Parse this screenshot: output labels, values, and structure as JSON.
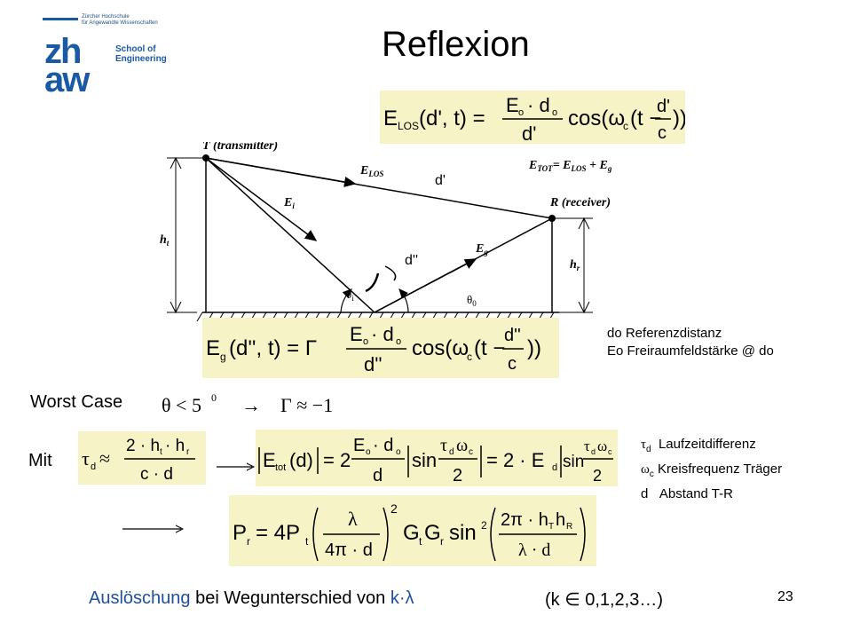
{
  "logo": {
    "institution_line1": "Zürcher Hochschule",
    "institution_line2": "für Angewandte Wissenschaften",
    "mark_zh": "zh",
    "mark_aw": "aw",
    "school_line1": "School of",
    "school_line2": "Engineering"
  },
  "title": "Reflexion",
  "diagram": {
    "transmitter": "T (transmitter)",
    "receiver": "R (receiver)",
    "e_los": "E",
    "e_los_sub": "LOS",
    "e_i": "E",
    "e_i_sub": "i",
    "e_g": "E",
    "e_g_sub": "g",
    "e_tot_eq": "E",
    "e_tot_sub": "TOT",
    "e_tot_rhs": "= E",
    "e_tot_rhs_sub": "LOS",
    "e_tot_plus": " + E",
    "e_tot_plus_sub": "g",
    "d_prime": "d'",
    "d_double": "d''",
    "h_t": "h",
    "h_t_sub": "t",
    "h_r": "h",
    "h_r_sub": "r",
    "theta_i": "θ",
    "theta_i_sub": "i",
    "theta_0": "θ",
    "theta_0_sub": "0"
  },
  "notes": {
    "do_line": "do Referenzdistanz",
    "eo_line": "Eo Freiraumfeldstärke @ do",
    "tau_sym": "τ",
    "tau_sub": "d",
    "tau_text": "Laufzeitdifferenz",
    "omega_sym": "ω",
    "omega_sub": "c",
    "omega_text": "Kreisfrequenz Träger",
    "d_sym": "d",
    "d_text": "Abstand T-R"
  },
  "labels": {
    "worst_case": "Worst Case",
    "mit": "Mit"
  },
  "bottom": {
    "word1": "Auslöschung",
    "word2": " bei Wegunterschied von ",
    "word3": "k·λ",
    "paren": "(k ∈ 0,1,2,3…)"
  },
  "page_number": "23",
  "colors": {
    "formula_bg": "#f6f4c6",
    "accent_blue": "#1f4fa0",
    "logo_blue": "#1a5aa5"
  }
}
